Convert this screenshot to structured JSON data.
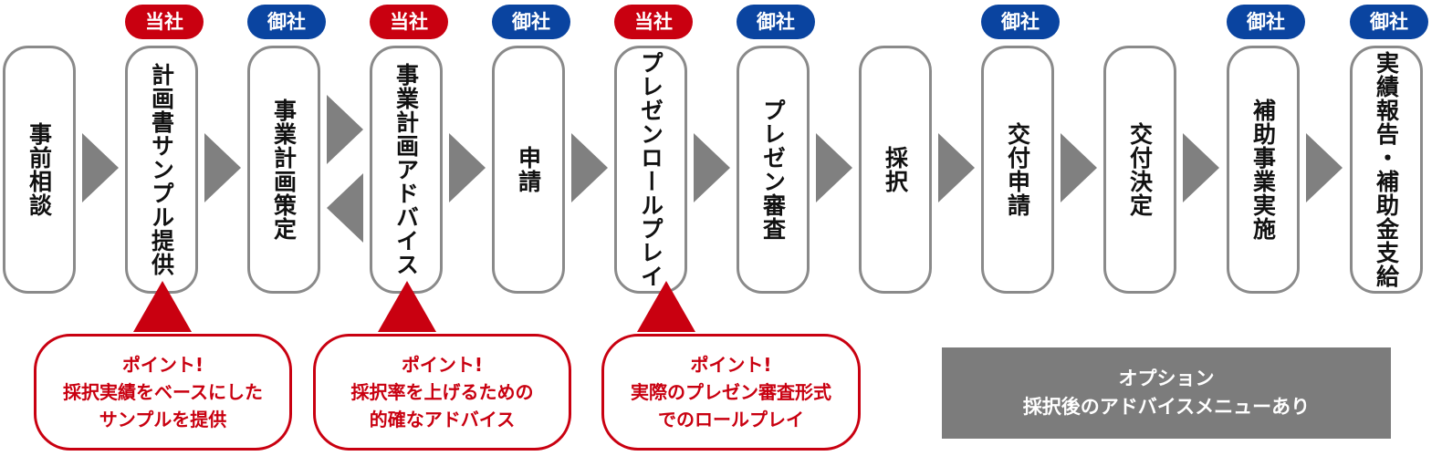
{
  "steps": [
    {
      "label": "事前相談",
      "badge": ""
    },
    {
      "label": "計画書サンプル提供",
      "badge": "当社"
    },
    {
      "label": "事業計画策定",
      "badge": "御社"
    },
    {
      "label": "事業計画アドバイス",
      "badge": "当社"
    },
    {
      "label": "申請",
      "badge": "御社"
    },
    {
      "label": "プレゼンロールプレイ",
      "badge": "当社"
    },
    {
      "label": "プレゼン審査",
      "badge": "御社"
    },
    {
      "label": "採択",
      "badge": ""
    },
    {
      "label": "交付申請",
      "badge": "御社"
    },
    {
      "label": "交付決定",
      "badge": ""
    },
    {
      "label": "補助事業実施",
      "badge": "御社"
    },
    {
      "label": "実績報告・補助金支給",
      "badge": "御社"
    }
  ],
  "points": [
    {
      "line1": "ポイント!",
      "line2": "採択実績をベースにした",
      "line3": "サンプルを提供"
    },
    {
      "line1": "ポイント!",
      "line2": "採択率を上げるための",
      "line3": "的確なアドバイス"
    },
    {
      "line1": "ポイント!",
      "line2": "実際のプレゼン審査形式",
      "line3": "でのロールプレイ"
    }
  ],
  "option": {
    "line1": "オプション",
    "line2": "採択後のアドバイスメニューあり"
  },
  "colors": {
    "ours": "#c90010",
    "yours": "#0a44a0",
    "arrow": "#808080",
    "border": "#8a8a8a"
  }
}
